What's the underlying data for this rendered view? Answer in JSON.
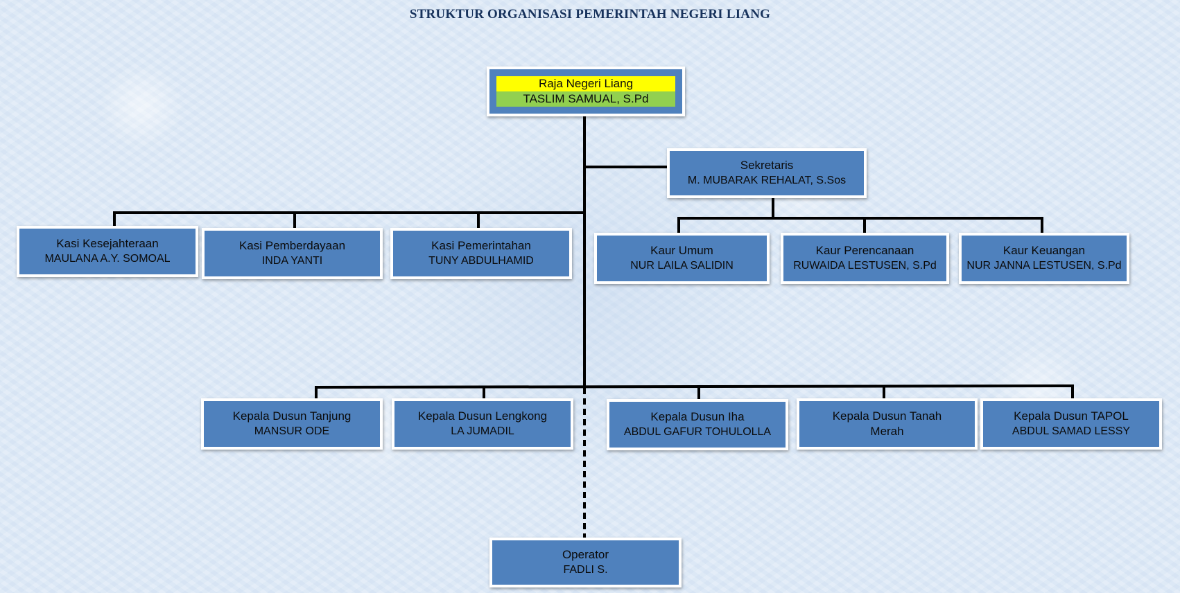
{
  "title": "STRUKTUR ORGANISASI PEMERINTAH NEGERI LIANG",
  "colors": {
    "box_fill": "#4f81bd",
    "box_border": "#ffffff",
    "head_role_highlight": "#ffff00",
    "head_name_highlight": "#92d050",
    "connector": "#000000",
    "title_text": "#17325c"
  },
  "head": {
    "role": "Raja Negeri Liang",
    "name": "TASLIM SAMUAL, S.Pd"
  },
  "sekretaris": {
    "role": "Sekretaris",
    "name": "M. MUBARAK REHALAT, S.Sos"
  },
  "kasi": [
    {
      "role": "Kasi Kesejahteraan",
      "name": "MAULANA A.Y. SOMOAL"
    },
    {
      "role": "Kasi Pemberdayaan",
      "name": "INDA YANTI"
    },
    {
      "role": "Kasi Pemerintahan",
      "name": "TUNY ABDULHAMID"
    }
  ],
  "kaur": [
    {
      "role": "Kaur Umum",
      "name": "NUR LAILA SALIDIN"
    },
    {
      "role": "Kaur Perencanaan",
      "name": "RUWAIDA LESTUSEN, S.Pd"
    },
    {
      "role": "Kaur Keuangan",
      "name": "NUR JANNA LESTUSEN, S.Pd"
    }
  ],
  "dusun": [
    {
      "role": "Kepala Dusun Tanjung",
      "name": "MANSUR ODE"
    },
    {
      "role": "Kepala Dusun Lengkong",
      "name": "LA JUMADIL"
    },
    {
      "role": "Kepala Dusun Iha",
      "name": "ABDUL GAFUR TOHULOLLA"
    },
    {
      "role": "Kepala Dusun Tanah Merah",
      "name": ""
    },
    {
      "role": "Kepala Dusun TAPOL",
      "name": "ABDUL SAMAD LESSY"
    }
  ],
  "operator": {
    "role": "Operator",
    "name": "FADLI S."
  }
}
